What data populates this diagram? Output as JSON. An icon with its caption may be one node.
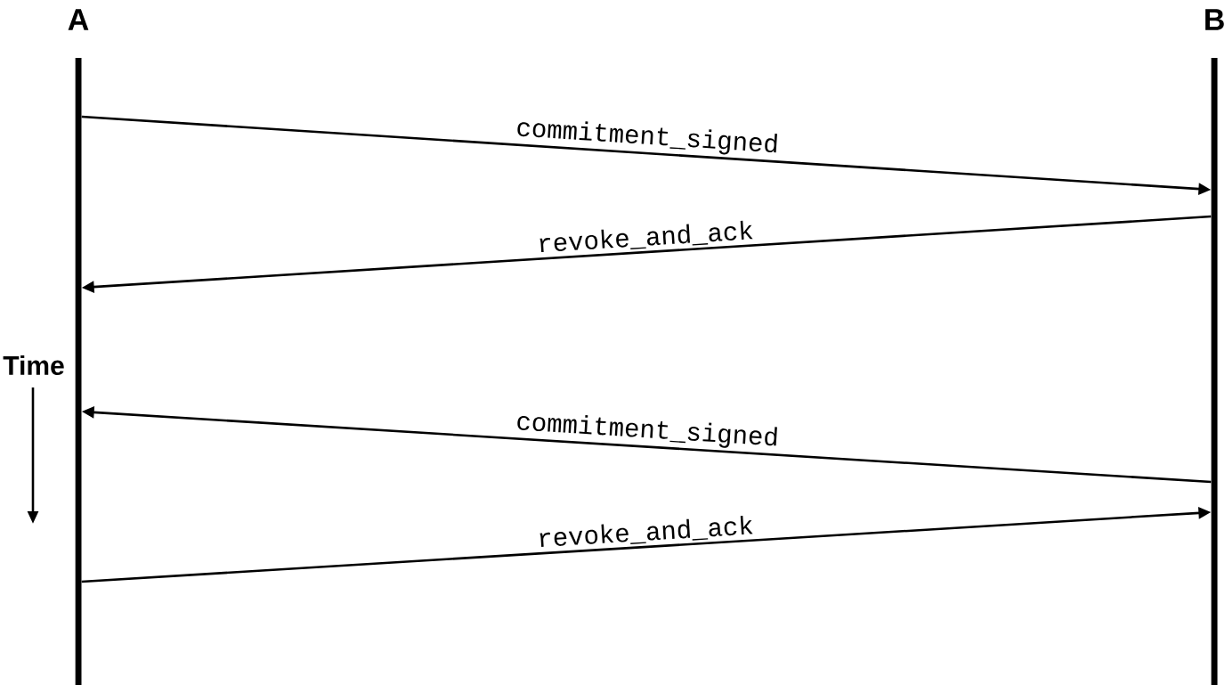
{
  "diagram": {
    "nodes": [
      {
        "text": [
          "A"
        ]
      },
      {
        "text": [
          "B"
        ]
      }
    ],
    "edges": [
      {
        "from": 0,
        "to": 1,
        "arrow": "to",
        "label": "commitment_signed"
      },
      {
        "from": 1,
        "to": 0,
        "arrow": "to",
        "label": "revoke_and_ack"
      },
      {
        "from": 1,
        "to": 0,
        "arrow": "to",
        "label": "commitment_signed"
      },
      {
        "from": 0,
        "to": 1,
        "arrow": "to",
        "label": "revoke_and_ack"
      }
    ],
    "labels": [
      "Time"
    ]
  }
}
